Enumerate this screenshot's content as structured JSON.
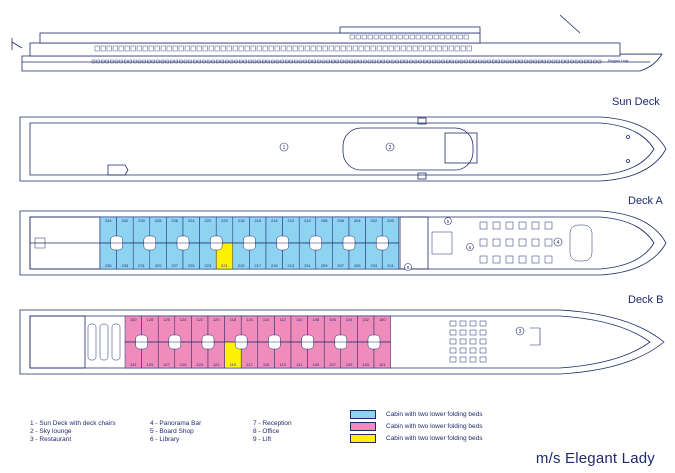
{
  "decks": {
    "sun_deck": {
      "label": "Sun Deck",
      "markers": [
        "1",
        "2"
      ]
    },
    "deck_a": {
      "label": "Deck A",
      "markers": [
        "4",
        "5",
        "6",
        "8"
      ],
      "top_row": [
        "234",
        "232",
        "230",
        "228",
        "226",
        "224",
        "222",
        "220",
        "218",
        "216",
        "214",
        "212",
        "210",
        "208",
        "206",
        "204",
        "202",
        "200"
      ],
      "bottom_row": [
        "235",
        "233",
        "231",
        "229",
        "227",
        "225",
        "223",
        "221",
        "219",
        "217",
        "215",
        "213",
        "211",
        "209",
        "207",
        "205",
        "203",
        "201"
      ]
    },
    "deck_b": {
      "label": "Deck B",
      "markers": [
        "3"
      ],
      "top_row": [
        "130",
        "128",
        "126",
        "124",
        "122",
        "120",
        "118",
        "116",
        "114",
        "112",
        "110",
        "108",
        "106",
        "104",
        "102",
        "100"
      ],
      "bottom_row": [
        "131",
        "129",
        "127",
        "125",
        "123",
        "121",
        "119",
        "117",
        "115",
        "113",
        "111",
        "109",
        "107",
        "105",
        "103",
        "101"
      ]
    }
  },
  "legend": {
    "col1": [
      "1 - Sun Deck with deck chairs",
      "2 - Sky lounge",
      "3 - Restaurant"
    ],
    "col2": [
      "4 - Panorama Bar",
      "5 - Board Shop",
      "6 - Library"
    ],
    "col3": [
      "7 - Reception",
      "8 - Office",
      "9 - Lift"
    ]
  },
  "cabin_legend": [
    {
      "label": "Cabin with two lower folding beds",
      "color": "#8fd3f2"
    },
    {
      "label": "Cabin with two lower folding beds",
      "color": "#f08cbc"
    },
    {
      "label": "Cabin with two lower folding beds",
      "color": "#fff200"
    }
  ],
  "ship_name": "m/s Elegant Lady",
  "hull_name": "Elegant Lady",
  "colors": {
    "line": "#1f2a6b",
    "blue": "#8fd3f2",
    "pink": "#f08cbc",
    "yellow": "#fff200"
  }
}
